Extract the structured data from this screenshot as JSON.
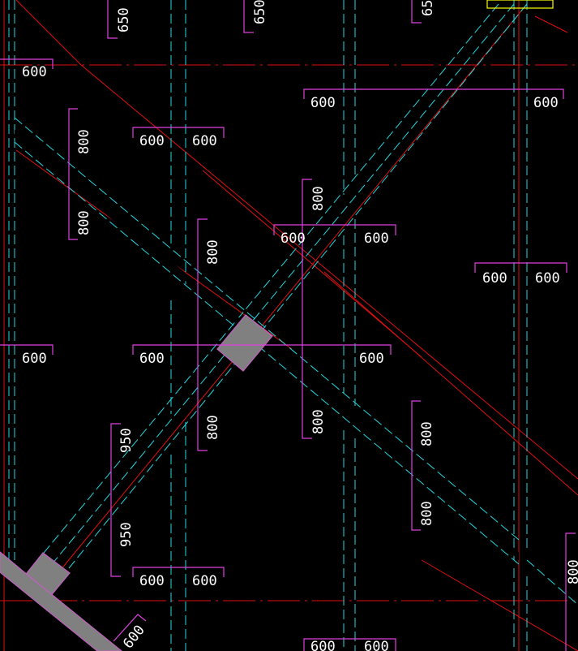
{
  "drawing": {
    "background": "#000000",
    "colors": {
      "dimension": "#e040e0",
      "beam_edge": "#20d8e0",
      "axis": "#e01010",
      "column": "#808080",
      "text": "#ffffff",
      "highlight": "#ffff00"
    }
  },
  "dimensions": {
    "top_650_a": "650",
    "top_650_b": "650",
    "top_650_c": "65",
    "left_600_top": "600",
    "row2_600_a": "600",
    "row2_600_b": "600",
    "row3_600_a": "600",
    "row3_600_b": "600",
    "left_800_a": "800",
    "left_800_b": "800",
    "mid_800_a": "800",
    "mid_800_b": "800",
    "inner_800_a": "800",
    "inner_800_b": "800",
    "center_600_a": "600",
    "center_600_b": "600",
    "right_600_a": "600",
    "right_600_b": "600",
    "left_600_mid": "600",
    "cross_600_a": "600",
    "cross_600_b": "600",
    "lower_800_a": "800",
    "lower_800_b": "800",
    "left_950_a": "950",
    "left_950_b": "950",
    "bottom_600_a": "600",
    "bottom_600_b": "600",
    "bottom_diag_600": "600",
    "bottom_600_c": "600",
    "bottom_600_d": "600",
    "right_edge_800": "800"
  }
}
